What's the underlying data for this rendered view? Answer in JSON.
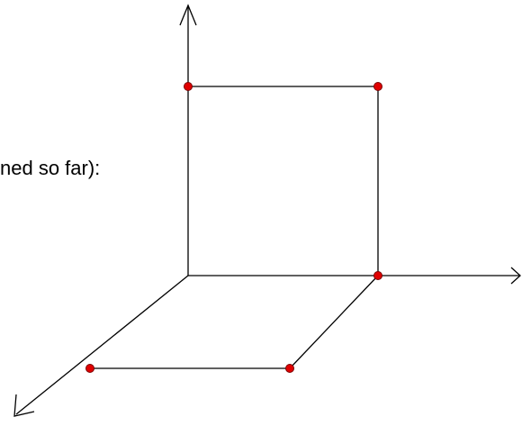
{
  "caption_text": "ned so far):",
  "colors": {
    "line": "#000000",
    "point_fill": "#e00000",
    "point_stroke": "#7a0000",
    "background": "#ffffff"
  },
  "diagram": {
    "axes": [
      "vertical-axis",
      "horizontal-axis",
      "depth-axis"
    ],
    "points_count": 5
  }
}
